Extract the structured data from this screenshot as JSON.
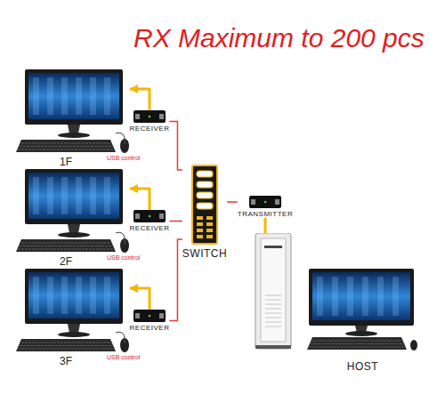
{
  "diagram": {
    "title": "RX Maximum to 200 pcs",
    "nodes": [
      {
        "text": [
          "1F"
        ]
      },
      {
        "text": [
          "RECEIVER"
        ]
      },
      {
        "text": [
          "2F"
        ]
      },
      {
        "text": [
          "RECEIVER"
        ]
      },
      {
        "text": [
          "SWITCH"
        ]
      },
      {
        "text": [
          "TRANSMITTER"
        ]
      },
      {
        "text": [
          "3F"
        ]
      },
      {
        "text": [
          "RECEIVER"
        ]
      },
      {
        "text": [
          "HOST"
        ]
      }
    ],
    "edges": [
      {
        "from": 1,
        "to": 0,
        "arrow": "to"
      },
      {
        "from": 3,
        "to": 2,
        "arrow": "to"
      },
      {
        "from": 7,
        "to": 6,
        "arrow": "to"
      },
      {
        "from": 4,
        "to": 1,
        "arrow": "none"
      },
      {
        "from": 4,
        "to": 3,
        "arrow": "none"
      },
      {
        "from": 4,
        "to": 7,
        "arrow": "none"
      },
      {
        "from": 5,
        "to": 4,
        "arrow": "none"
      },
      {
        "from": 8,
        "to": 5,
        "arrow": "none"
      }
    ],
    "labels": [
      "USB control",
      "USB control",
      "USB control"
    ]
  }
}
